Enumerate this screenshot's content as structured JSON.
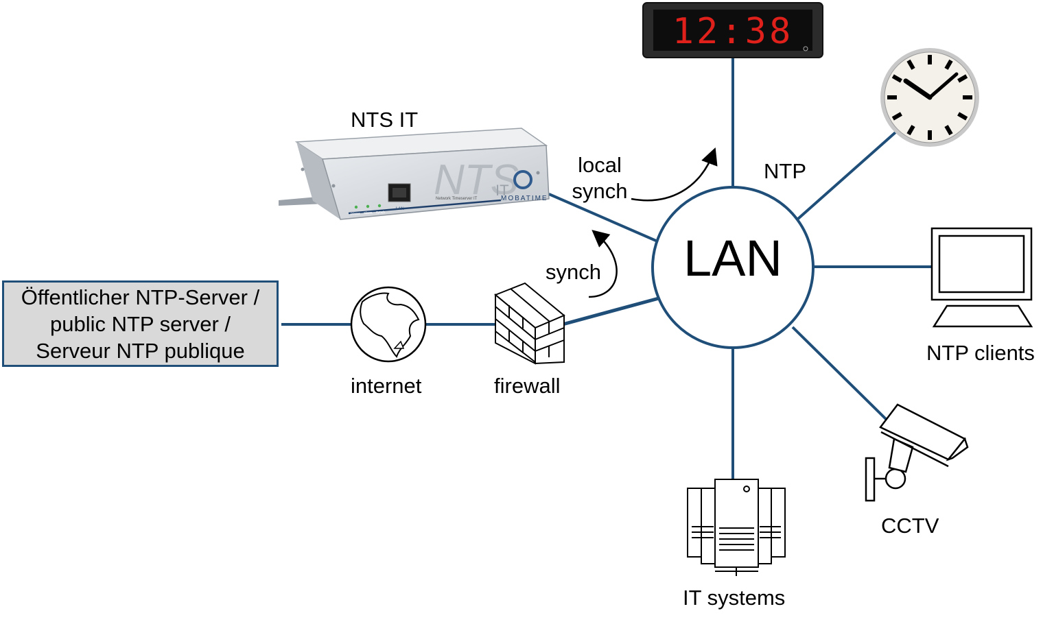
{
  "lan": {
    "label": "LAN"
  },
  "public_server": {
    "lines": [
      "Öffentlicher NTP-Server /",
      "public NTP server /",
      "Serveur NTP publique"
    ]
  },
  "nodes": {
    "nts_it": {
      "label": "NTS IT",
      "device_brand": "NTS",
      "device_sub": "IT",
      "device_maker": "MOBATIME",
      "device_caption": "Network Timeserver IT",
      "port_label": "LAN",
      "led_labels": [
        "power",
        "alarm",
        "synch"
      ]
    },
    "internet": {
      "label": "internet"
    },
    "firewall": {
      "label": "firewall"
    },
    "digital_clock": {
      "time": "12:38"
    },
    "ntp": {
      "label": "NTP"
    },
    "ntp_clients": {
      "label": "NTP clients"
    },
    "cctv": {
      "label": "CCTV"
    },
    "it_systems": {
      "label": "IT systems"
    }
  },
  "annotations": {
    "local_synch": [
      "local",
      "synch"
    ],
    "synch": "synch"
  },
  "colors": {
    "link": "#1f4e79",
    "box_fill": "#d9d9d9",
    "clock_digits": "#e0201b",
    "clock_body": "#2b2b2b",
    "device_body": "#d6dadf"
  }
}
